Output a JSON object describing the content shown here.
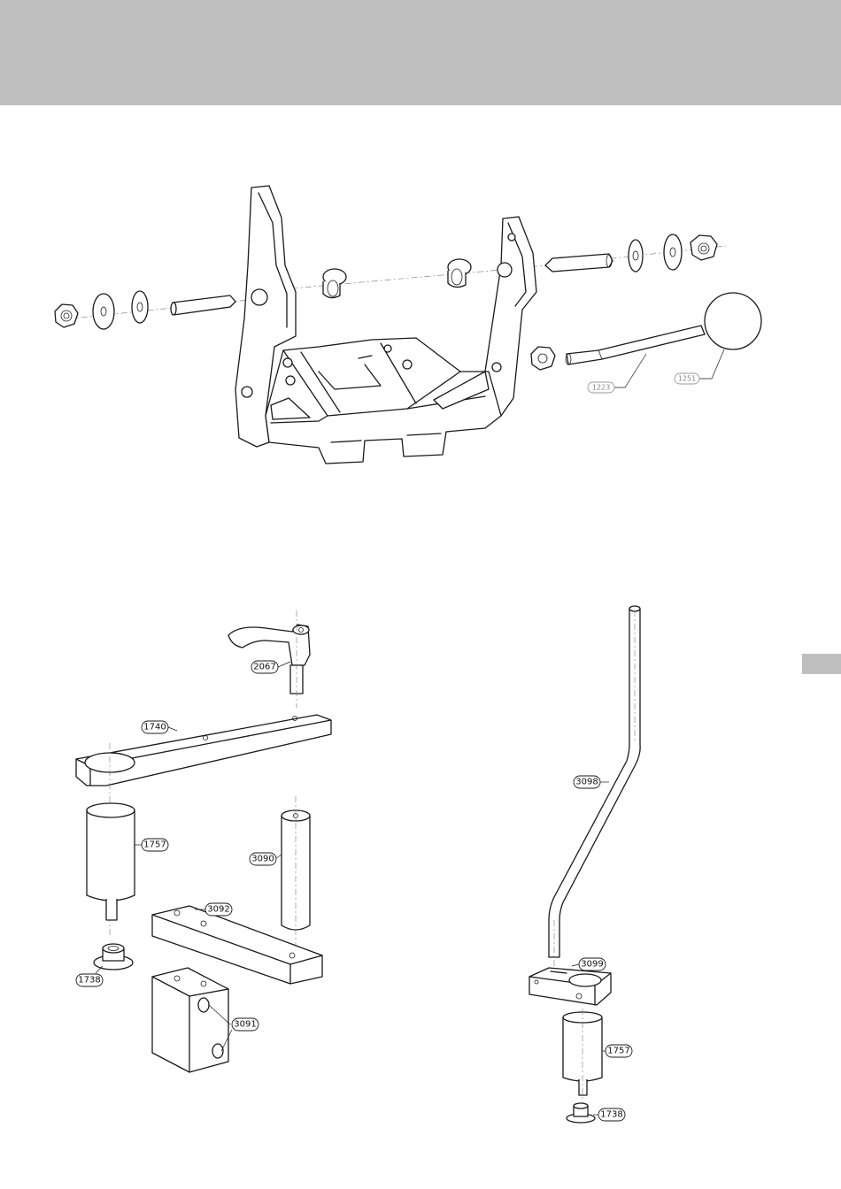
{
  "labels": {
    "p1223": "1223",
    "p1251": "1251",
    "p2067": "2067",
    "p1740": "1740",
    "p1757a": "1757",
    "p3090": "3090",
    "p3092": "3092",
    "p1738a": "1738",
    "p3091": "3091",
    "p3098": "3098",
    "p3099": "3099",
    "p1757b": "1757",
    "p1738b": "1738"
  },
  "colors": {
    "band": "#bfbfbf",
    "line": "#1a1a1a"
  }
}
